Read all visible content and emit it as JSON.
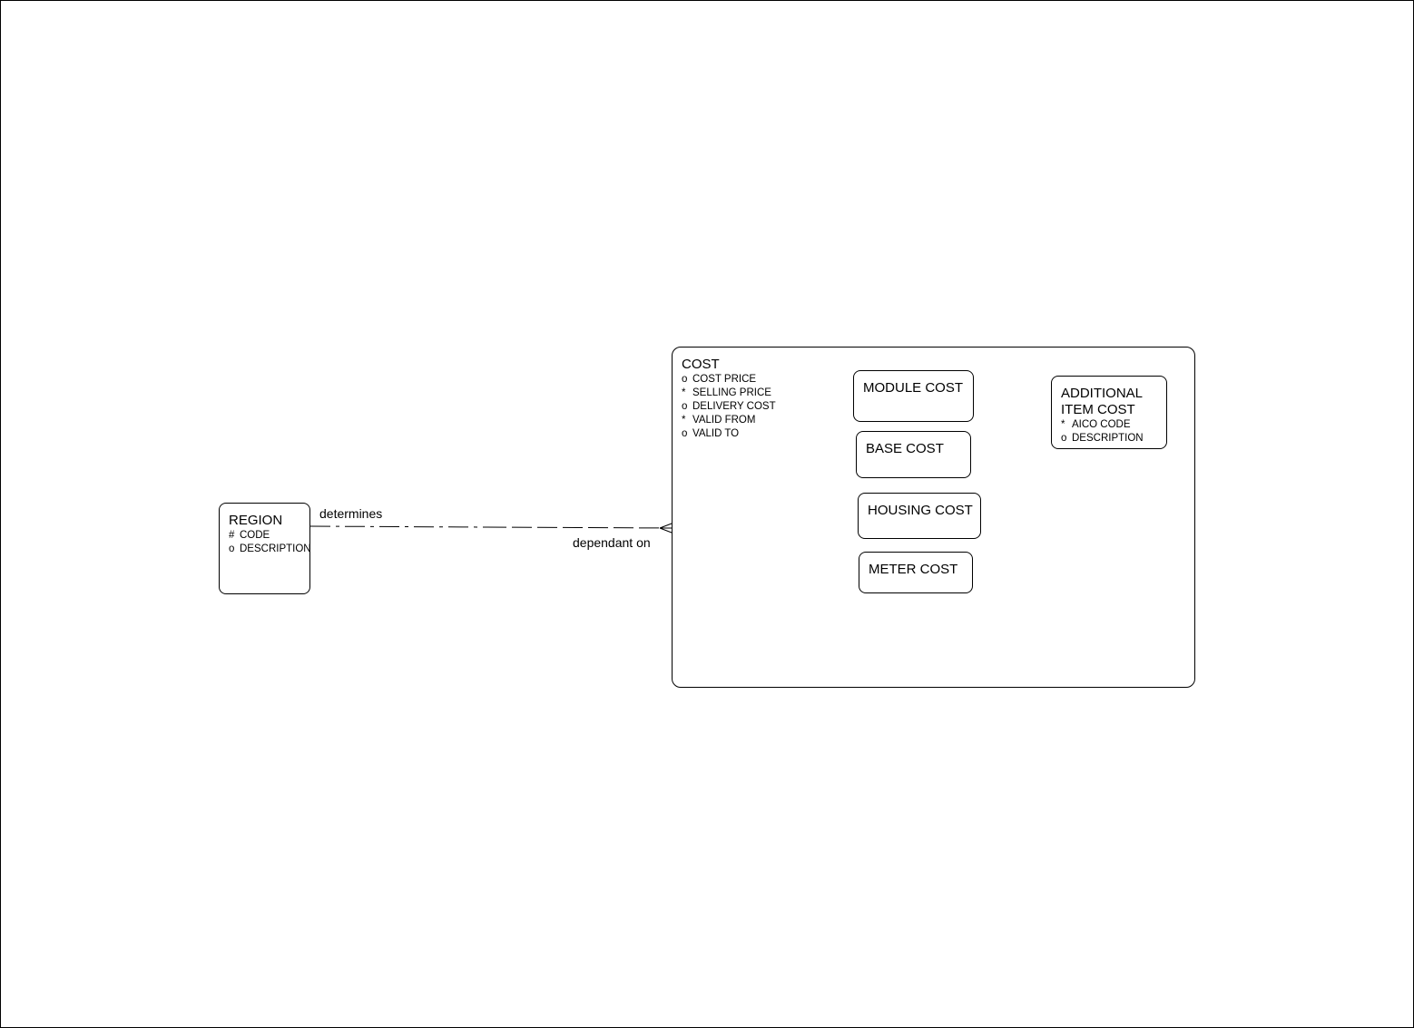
{
  "entities": {
    "region": {
      "name": "REGION",
      "attributes": [
        {
          "marker": "#",
          "label": "CODE"
        },
        {
          "marker": "o",
          "label": "DESCRIPTION"
        }
      ]
    },
    "cost": {
      "name": "COST",
      "attributes": [
        {
          "marker": "o",
          "label": "COST PRICE"
        },
        {
          "marker": "*",
          "label": "SELLING PRICE"
        },
        {
          "marker": "o",
          "label": "DELIVERY COST"
        },
        {
          "marker": "*",
          "label": "VALID FROM"
        },
        {
          "marker": "o",
          "label": "VALID TO"
        }
      ],
      "subtypes": {
        "module_cost": {
          "name": "MODULE COST"
        },
        "base_cost": {
          "name": "BASE COST"
        },
        "housing_cost": {
          "name": "HOUSING COST"
        },
        "meter_cost": {
          "name": "METER COST"
        },
        "additional_item_cost": {
          "name": "ADDITIONAL\nITEM COST",
          "attributes": [
            {
              "marker": "*",
              "label": "AICO CODE"
            },
            {
              "marker": "o",
              "label": "DESCRIPTION"
            }
          ]
        }
      }
    }
  },
  "relationship": {
    "from_label": "determines",
    "to_label": "dependant on"
  }
}
